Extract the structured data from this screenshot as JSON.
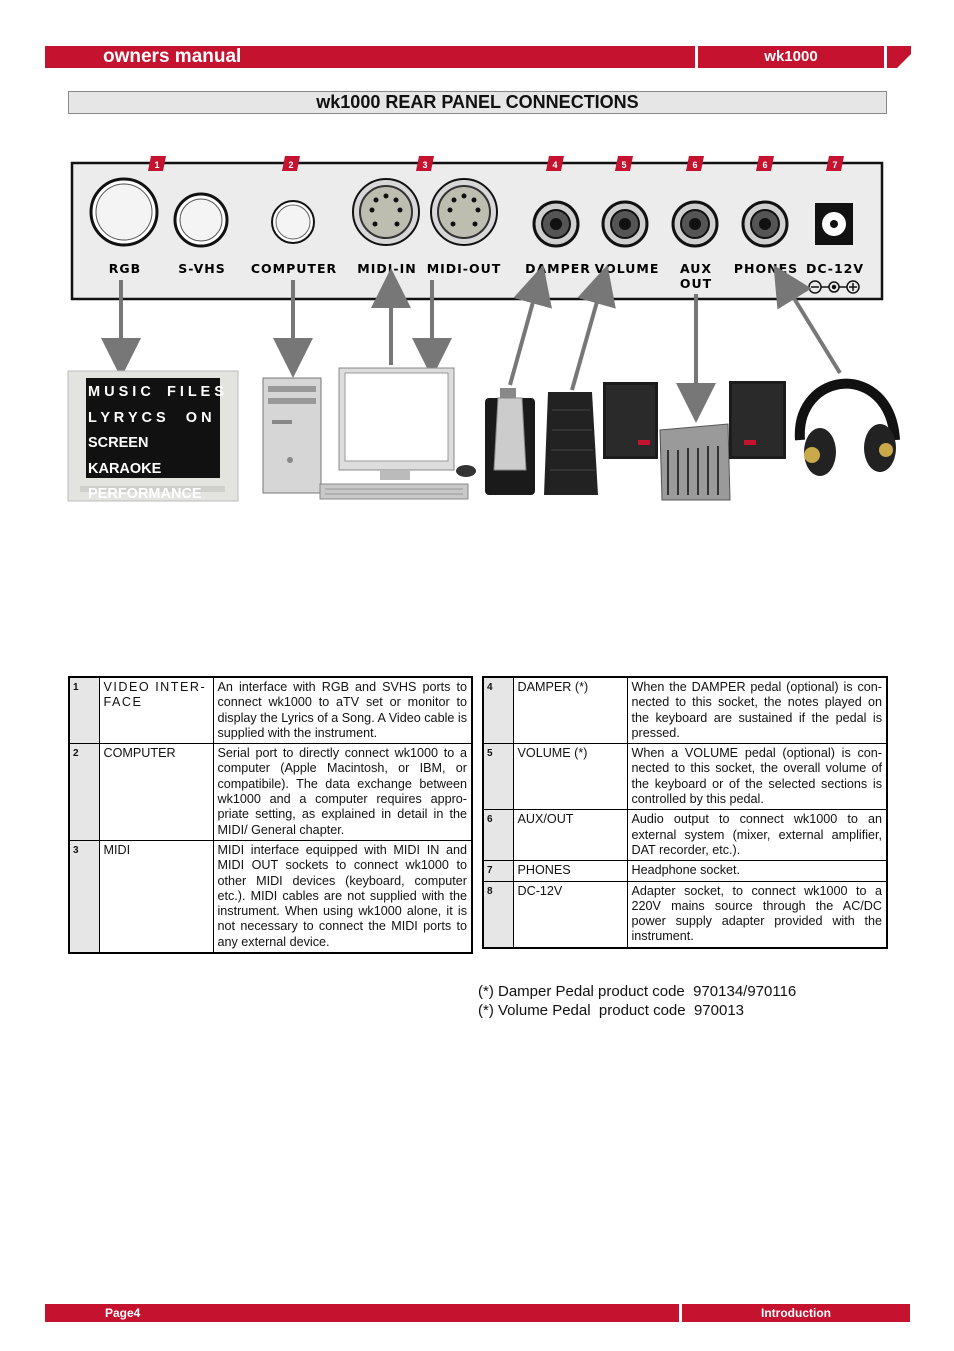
{
  "header": {
    "left": "owners manual",
    "right": "wk1000"
  },
  "title": "wk1000 REAR PANEL CONNECTIONS",
  "panel": {
    "badges": [
      "1",
      "2",
      "3",
      "4",
      "5",
      "6",
      "6",
      "7"
    ],
    "labels": {
      "rgb": "RGB",
      "svhs": "S-VHS",
      "computer": "COMPUTER",
      "midi_in": "MIDI-IN",
      "midi_out": "MIDI-OUT",
      "damper": "DAMPER",
      "volume": "VOLUME",
      "aux1": "AUX",
      "aux2": "OUT",
      "phones": "PHONES",
      "dc": "DC-12V"
    }
  },
  "tv_screen": [
    "M U S I C    F I L E S",
    "L Y R Y C S     O N",
    "SCREEN KARAOKE",
    "PERFORMANCE"
  ],
  "table_left": [
    {
      "num": "1",
      "name": "VIDEO INTER-FACE",
      "desc": "An interface with RGB and SVHS ports to connect wk1000 to aTV set or monitor to display the Lyrics of a Song. A Video cable is supplied with the instrument."
    },
    {
      "num": "2",
      "name": "COMPUTER",
      "desc": "Serial port to directly connect wk1000 to a computer (Apple Macintosh, or IBM, or compatibile). The data exchange between wk1000 and a computer requires appro-priate setting, as explained in detail in the MIDI/ General chapter."
    },
    {
      "num": "3",
      "name": "MIDI",
      "desc": "MIDI interface equipped with MIDI IN and MIDI OUT sockets to connect wk1000 to other MIDI devices (keyboard, computer etc.). MIDI cables are not supplied with the instrument. When using wk1000 alone, it is not necessary to connect the MIDI ports to any external device."
    }
  ],
  "table_right": [
    {
      "num": "4",
      "name": "DAMPER (*)",
      "desc": "When the DAMPER pedal (optional) is con-nected to this socket, the notes played on the keyboard are sustained if the pedal is pressed."
    },
    {
      "num": "5",
      "name": "VOLUME (*)",
      "desc": "When a VOLUME pedal (optional) is con-nected to this socket, the overall volume of the keyboard or of the selected sections is controlled by this pedal."
    },
    {
      "num": "6",
      "name": "AUX/OUT",
      "desc": "Audio output to connect wk1000 to an external system (mixer, external amplifier, DAT recorder, etc.)."
    },
    {
      "num": "7",
      "name": "PHONES",
      "desc": "Headphone socket."
    },
    {
      "num": "8",
      "name": "DC-12V",
      "desc": "Adapter socket, to connect wk1000 to a 220V mains source through the AC/DC power supply adapter provided with the instrument."
    }
  ],
  "notes": [
    "(*) Damper Pedal product code  970134/970116",
    "(*) Volume Pedal  product code  970013"
  ],
  "footer": {
    "left": "Page4",
    "right": "Introduction"
  },
  "colors": {
    "brand_red": "#c4122f",
    "title_gray": "#e6e6e6"
  }
}
